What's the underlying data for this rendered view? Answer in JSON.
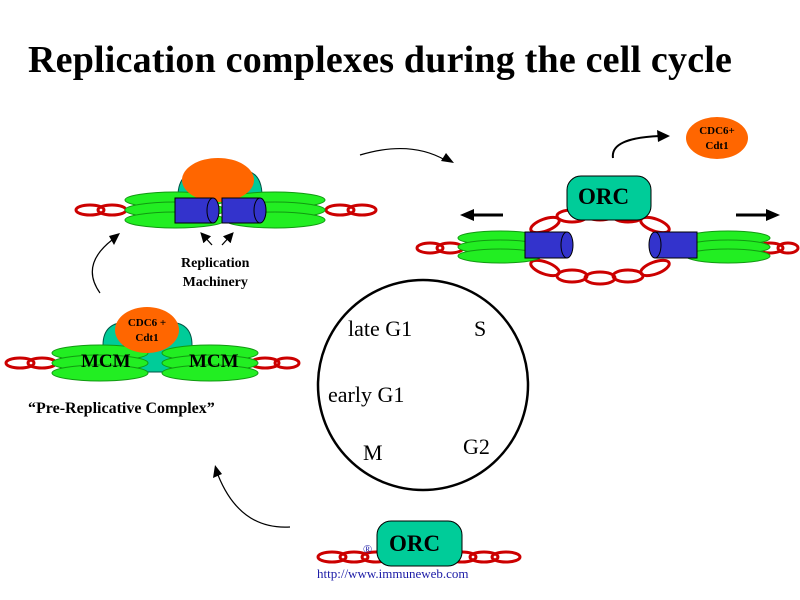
{
  "title": "Replication complexes during the cell cycle",
  "labels": {
    "orc_top": "ORC",
    "orc_bottom": "ORC",
    "cdc6_top": [
      "CDC6+",
      "Cdt1"
    ],
    "cdc6_mid": [
      "CDC6 +",
      "Cdt1"
    ],
    "mcm_left": "MCM",
    "mcm_right": "MCM",
    "replication_machinery": [
      "Replication",
      "Machinery"
    ],
    "pre_replicative_complex": "“Pre-Replicative Complex”"
  },
  "cycle_phases": {
    "late_g1": "late G1",
    "s": "S",
    "early_g1": "early G1",
    "m": "M",
    "g2": "G2"
  },
  "footer": {
    "url": "http://www.immuneweb.com"
  },
  "colors": {
    "dna": "#cc0000",
    "mcm": "#22ee22",
    "orc": "#00cc99",
    "cdc6": "#ff6600",
    "polymerase": "#3333cc",
    "url": "#1a1aa6"
  }
}
